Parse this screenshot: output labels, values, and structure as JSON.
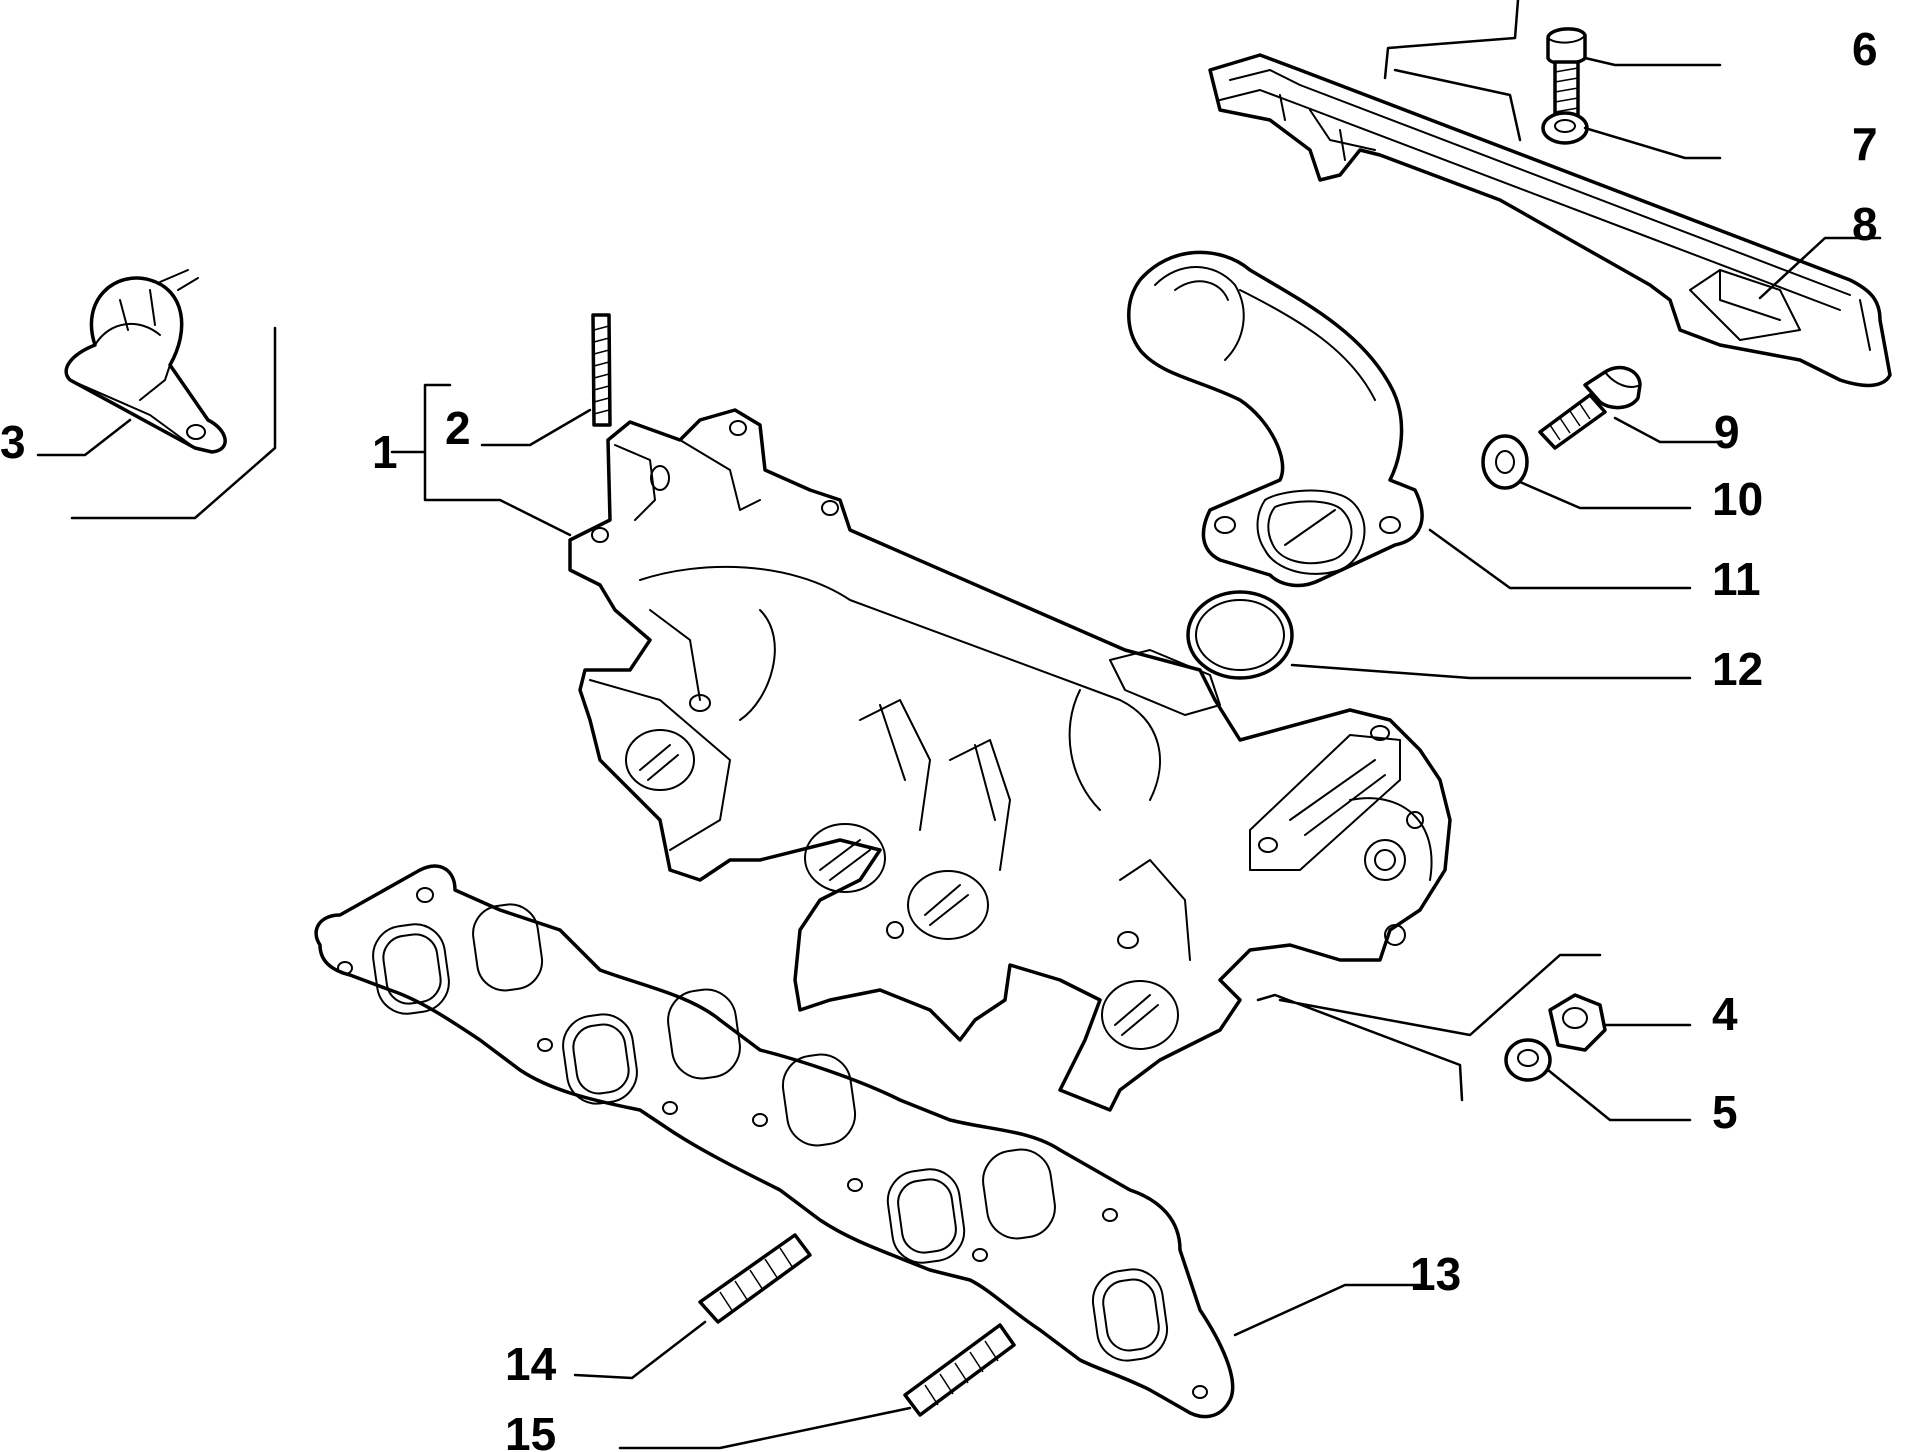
{
  "parts": {
    "p1": "1",
    "p2": "2",
    "p3": "3",
    "p4": "4",
    "p5": "5",
    "p6": "6",
    "p7": "7",
    "p8": "8",
    "p9": "9",
    "p10": "10",
    "p11": "11",
    "p12": "12",
    "p13": "13",
    "p14": "14",
    "p15": "15"
  }
}
